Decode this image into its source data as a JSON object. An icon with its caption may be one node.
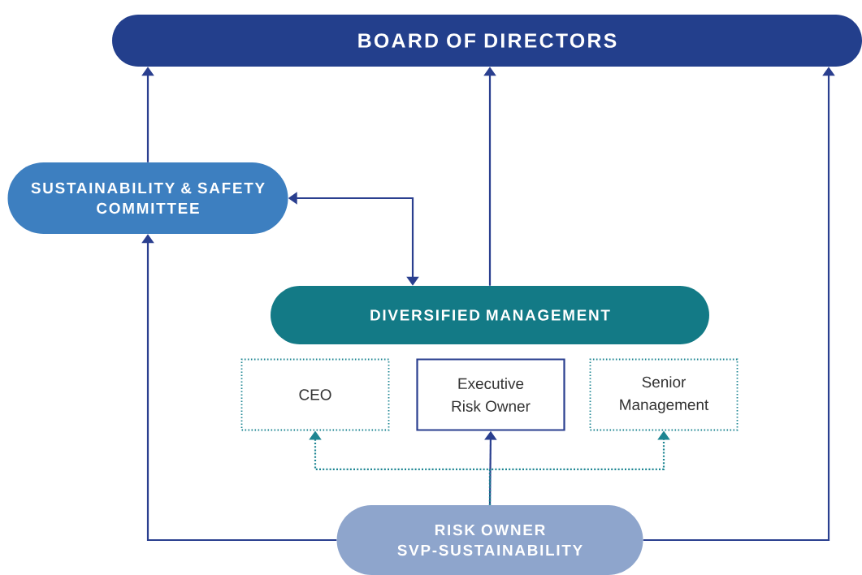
{
  "diagram": {
    "nodes": [
      {
        "text": [
          "BOARD OF DIRECTORS"
        ]
      },
      {
        "text": [
          "SUSTAINABILITY & SAFETY COMMITTEE"
        ]
      },
      {
        "text": [
          "DIVERSIFIED MANAGEMENT"
        ]
      },
      {
        "text": [
          "CEO"
        ]
      },
      {
        "text": [
          "Executive Risk Owner"
        ]
      },
      {
        "text": [
          "Senior Management"
        ]
      },
      {
        "text": [
          "RISK OWNER SVP-SUSTAINABILITY"
        ]
      }
    ],
    "edges": [
      {
        "from": 1,
        "to": 0,
        "arrow": "to"
      },
      {
        "from": 2,
        "to": 0,
        "arrow": "to"
      },
      {
        "from": 1,
        "to": 2,
        "arrow": "both"
      },
      {
        "from": 6,
        "to": 4,
        "arrow": "to"
      },
      {
        "from": 6,
        "to": 3,
        "arrow": "to",
        "style": "dashed",
        "color": "#1d8592"
      },
      {
        "from": 6,
        "to": 5,
        "arrow": "to",
        "style": "dashed",
        "color": "#1d8592"
      },
      {
        "from": 6,
        "to": 1,
        "arrow": "to"
      },
      {
        "from": 6,
        "to": 0,
        "arrow": "to"
      }
    ]
  }
}
